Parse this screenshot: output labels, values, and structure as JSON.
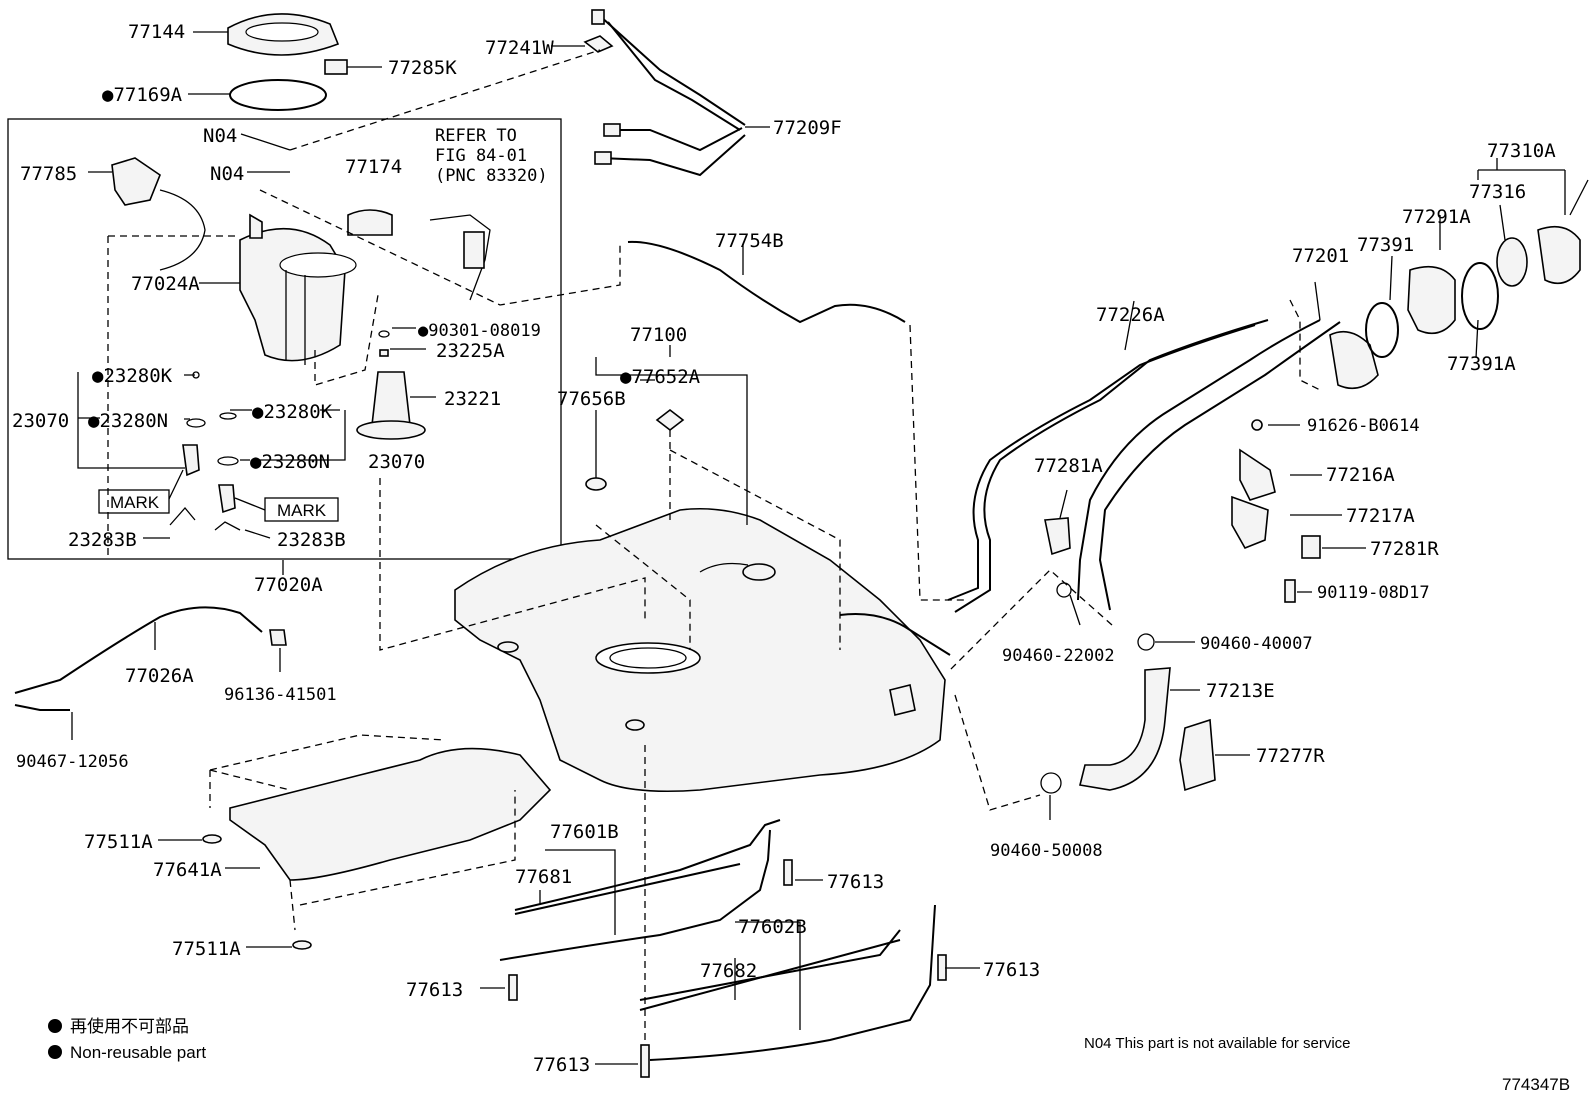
{
  "labels": {
    "p77144": "77144",
    "p77285K": "77285K",
    "p77169A": "●77169A",
    "p77241W": "77241W",
    "p77209F": "77209F",
    "n04_1": "N04",
    "n04_2": "N04",
    "p77174": "77174",
    "refer1": "REFER TO",
    "refer2": "FIG 84-01",
    "refer3": "(PNC 83320)",
    "p77785": "77785",
    "p77024A": "77024A",
    "p90301": "●90301-08019",
    "p23225A": "23225A",
    "p23280K_1": "●23280K",
    "p23221": "23221",
    "p23070_1": "23070",
    "p23280N_1": "●23280N",
    "p23280K_2": "●23280K",
    "p23280N_2": "●23280N",
    "p23070_2": "23070",
    "mark1": "MARK",
    "mark2": "MARK",
    "p23283B_1": "23283B",
    "p23283B_2": "23283B",
    "p77020A": "77020A",
    "p77026A": "77026A",
    "p96136": "96136-41501",
    "p90467": "90467-12056",
    "p77754B": "77754B",
    "p77100": "77100",
    "p77652A": "●77652A",
    "p77656B": "77656B",
    "p77310A": "77310A",
    "p77316": "77316",
    "p77291A": "77291A",
    "p77201": "77201",
    "p77391": "77391",
    "p77226A": "77226A",
    "p77391A": "77391A",
    "p91626": "91626-B0614",
    "p77281A": "77281A",
    "p77216A": "77216A",
    "p77217A": "77217A",
    "p77281R": "77281R",
    "p90119": "90119-08D17",
    "p90460_22002": "90460-22002",
    "p90460_40007": "90460-40007",
    "p77213E": "77213E",
    "p77277R": "77277R",
    "p90460_50008": "90460-50008",
    "p77511A_1": "77511A",
    "p77641A": "77641A",
    "p77511A_2": "77511A",
    "p77601B": "77601B",
    "p77681": "77681",
    "p77613_1": "77613",
    "p77602B": "77602B",
    "p77682": "77682",
    "p77613_2": "77613",
    "p77613_3": "77613",
    "p77613_4": "77613"
  },
  "legend": {
    "jp": "再使用不可部品",
    "en": "Non-reusable part"
  },
  "notes": {
    "n04_note": "N04 This part is not available for service",
    "figure_id": "774347B"
  }
}
